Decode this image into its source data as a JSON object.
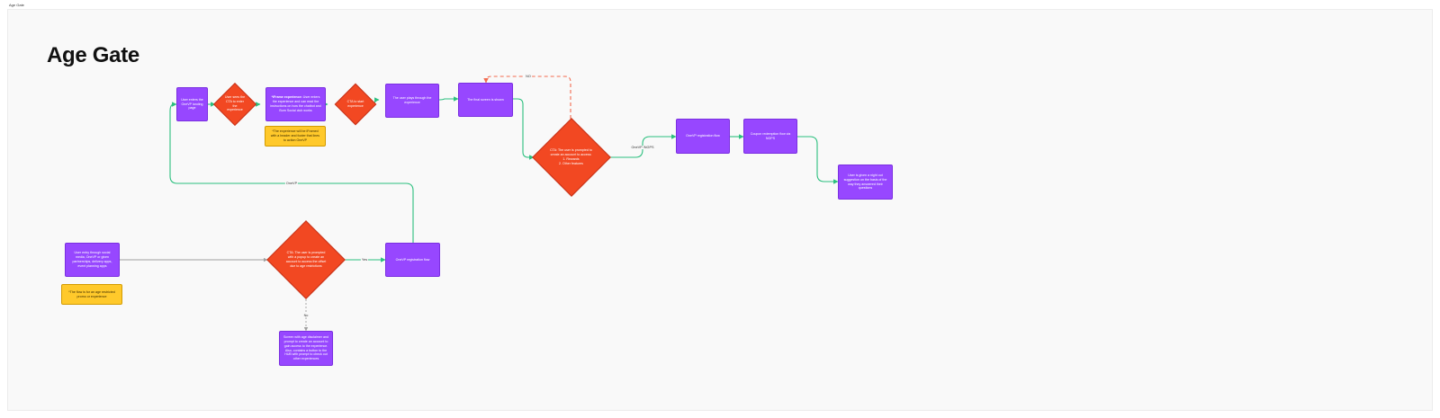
{
  "window": {
    "tab_label": "Age Gate"
  },
  "board": {
    "title": "Age Gate"
  },
  "nodes": {
    "user_enters": "User enters the OneVP landing page",
    "user_sees_cta": "User sees the CTA to enter the experience",
    "iframe_bold": "*iFrame experience:",
    "iframe_rest": " User enters the experience and can read the instructions on how the chatbot and Burn Social club works",
    "iframe_note": "*The experience will be iFramed with a header and footer that lines to action OneVP",
    "cta_start": "CTA to start experience",
    "plays_through": "The user plays through the experience",
    "final_screen": "The final screen is shown",
    "cta_user_prompted": "CTA: The user is prompted to create an account to access:\n1. Rewards\n2. Other features",
    "onevp_reg_top": "OneVP registration flow",
    "coupon_flow": "Coupon redemption flow via NGPS",
    "night_out": "User is given a night out suggestion on the basis of the way they answered their questions",
    "social_entry": "User entry through social media, OneVP or given partnerships, delivery apps, event planning apps",
    "age_note": "*The flow is for an age restricted promo or experience",
    "cta_popup": "CTA: The user is prompted with a popup to create an account to access the offset due to age restrictions",
    "onevp_reg_bottom": "OneVP registration flow",
    "age_disclaimer": "Screen with age disclaimer and prompt to create an account to gain access to the experience. Also, contains a button to the HUB with prompt to check out other experiences"
  },
  "edge_labels": {
    "no_loop": "NO",
    "onevp_ngps": "OneVP /NGPS",
    "onevp": "OneVP",
    "yes": "Yes",
    "no": "No"
  },
  "colors": {
    "process": "#9747ff",
    "decision": "#f24822",
    "note": "#ffc92b",
    "connector": "#2bbf7e",
    "dashed_connector": "#f26b4f",
    "plain_connector": "#a0a0a0"
  }
}
